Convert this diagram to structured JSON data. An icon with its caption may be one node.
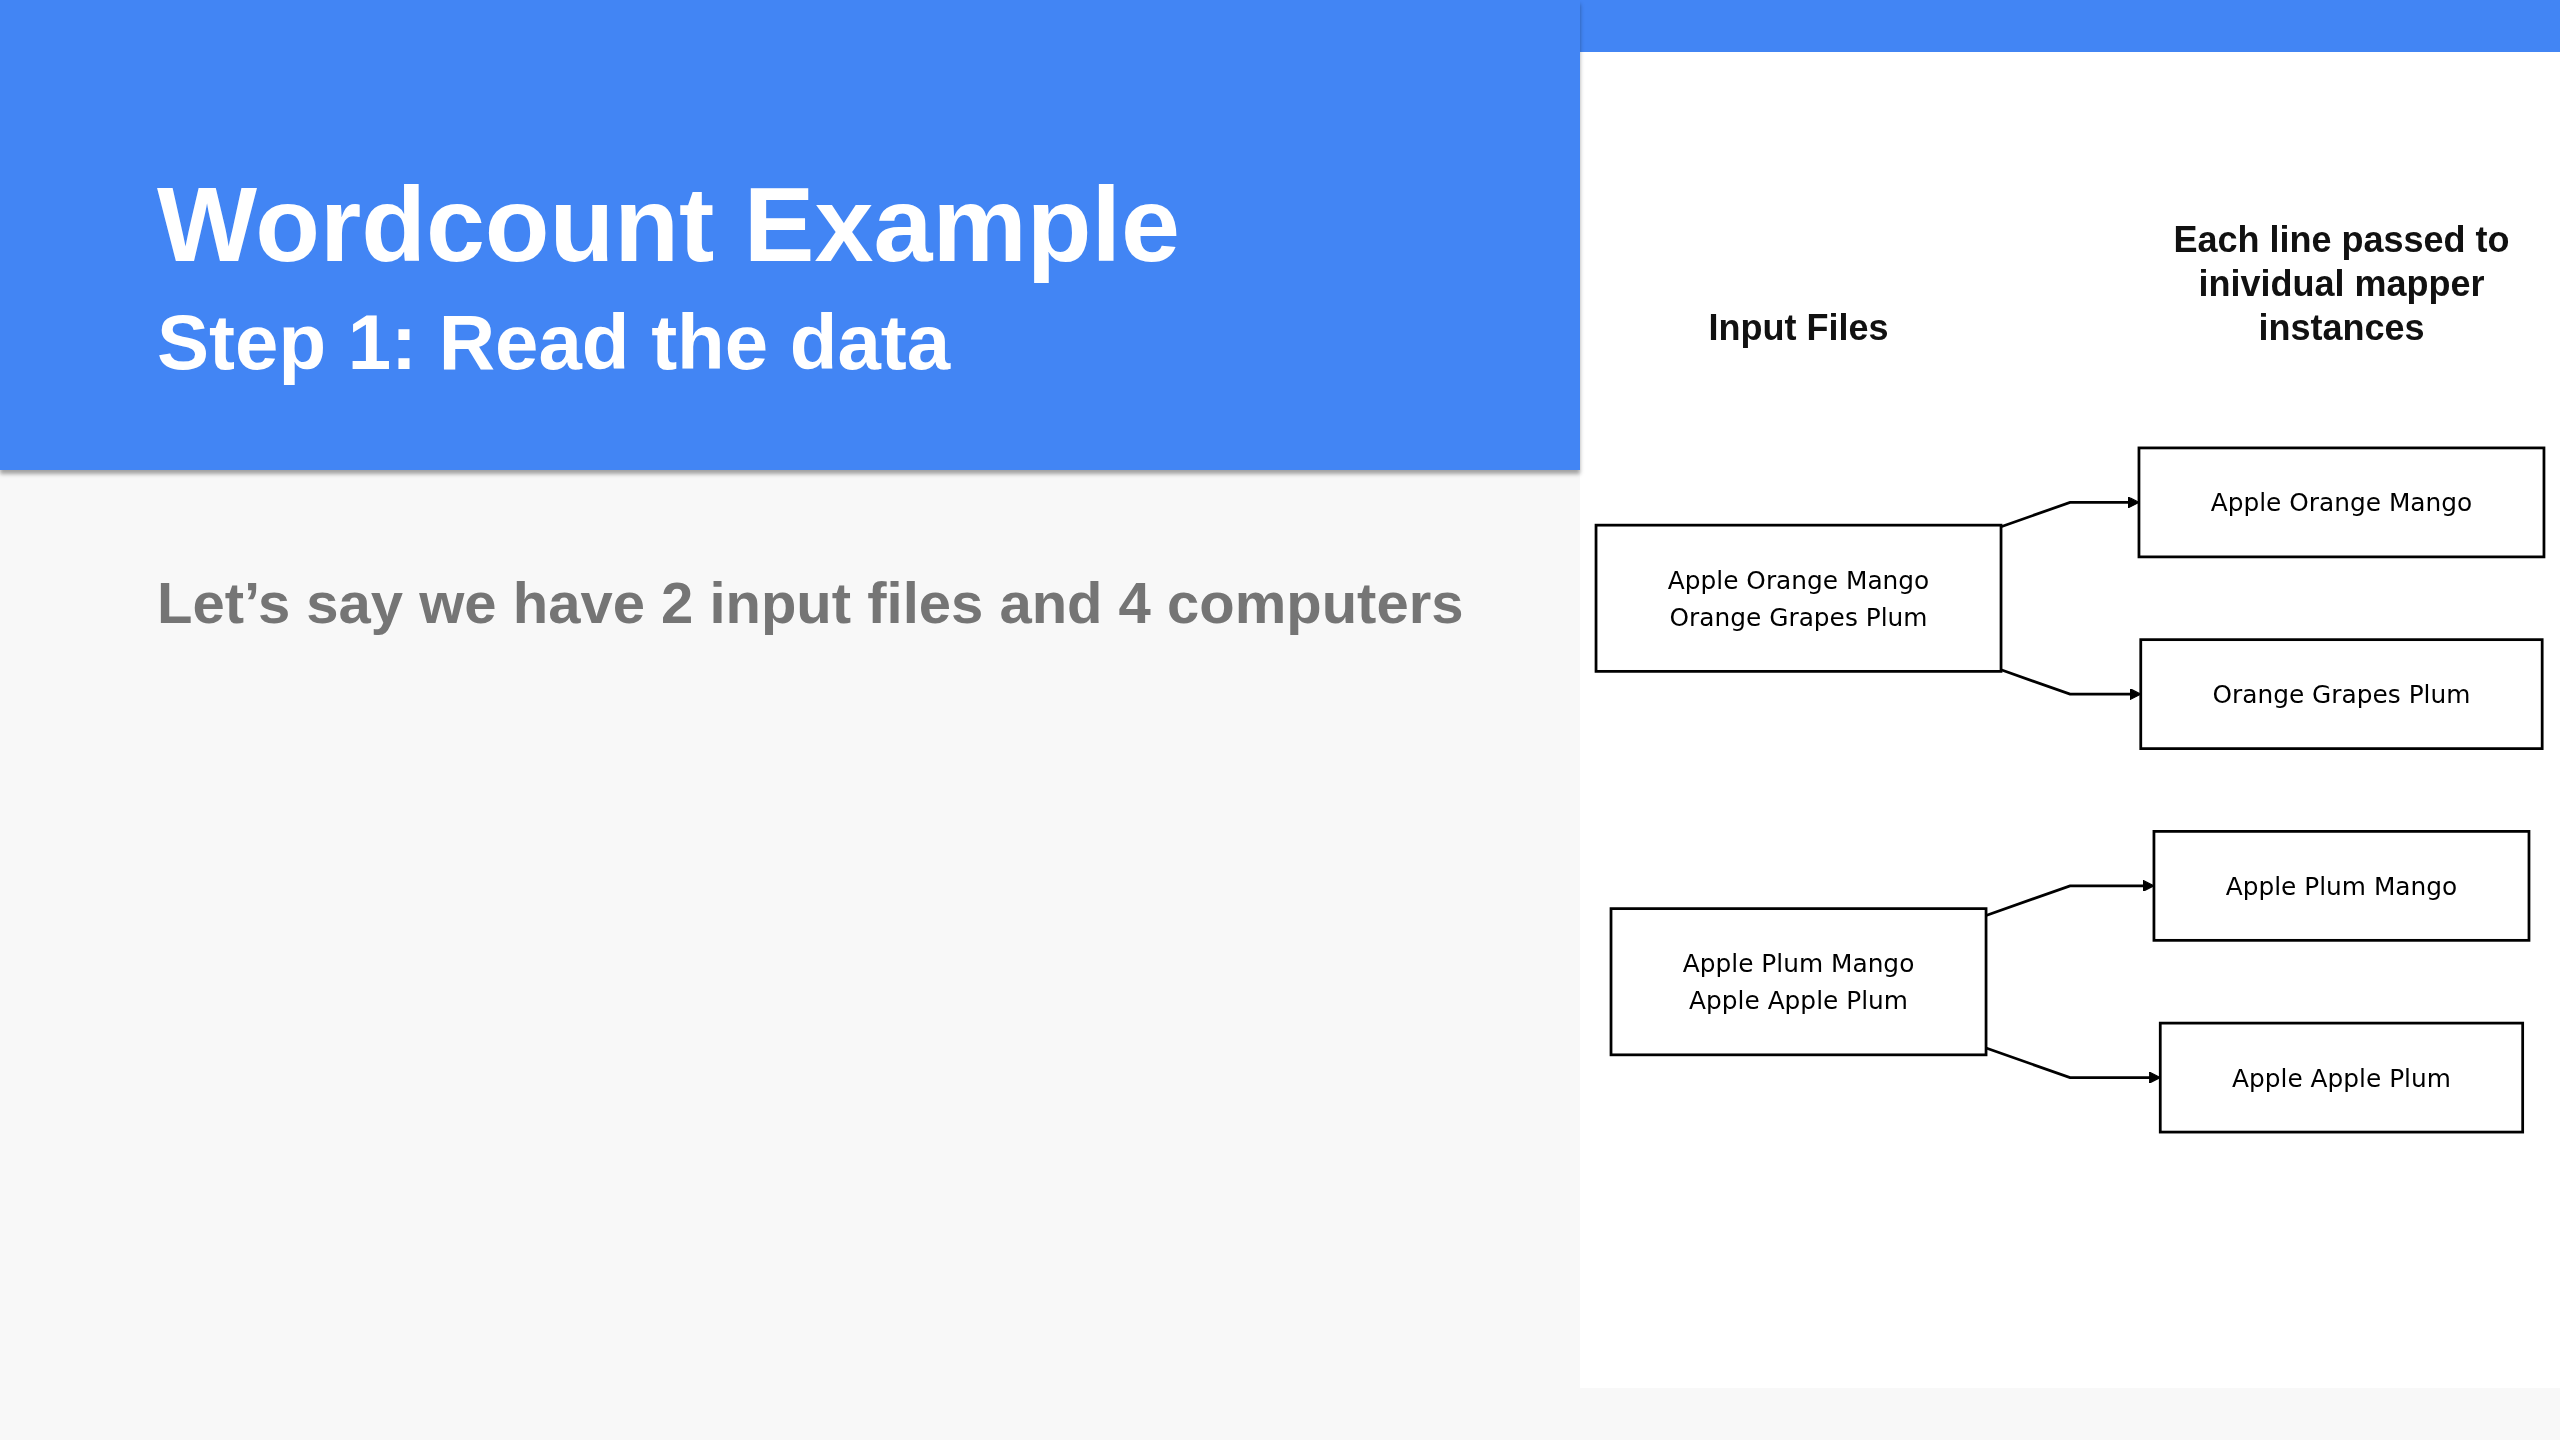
{
  "diagram": {
    "title": "Wordcount Example",
    "nodes": [
      {
        "text": [
          "Apple Orange Mango",
          "Orange Grapes Plum"
        ]
      },
      {
        "text": [
          "Apple Orange Mango"
        ]
      },
      {
        "text": [
          "Orange Grapes Plum"
        ]
      },
      {
        "text": [
          "Apple Plum Mango",
          "Apple Apple Plum"
        ]
      },
      {
        "text": [
          "Apple Plum Mango"
        ]
      },
      {
        "text": [
          "Apple Apple Plum"
        ]
      }
    ],
    "edges": [
      {
        "from": 0,
        "to": 1,
        "arrow": "to"
      },
      {
        "from": 0,
        "to": 2,
        "arrow": "to"
      },
      {
        "from": 3,
        "to": 4,
        "arrow": "to"
      },
      {
        "from": 3,
        "to": 5,
        "arrow": "to"
      }
    ],
    "labels": [
      "Step 1: Read the data",
      "Let’s say we have 2 input files and 4 computers",
      "Input Files",
      "Each line passed to inividual mapper instances"
    ]
  }
}
